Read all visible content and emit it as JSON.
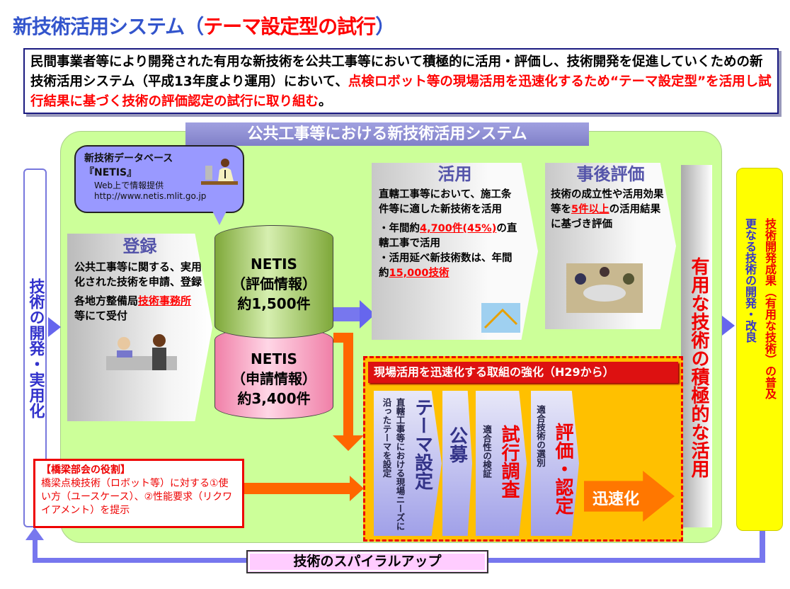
{
  "title": {
    "main": "新技術活用システム（",
    "accent": "テーマ設定型の試行",
    "end": "）"
  },
  "intro": {
    "text1": "民間事業者等により開発された有用な新技術を公共工事等において積極的に活用・評価し、技術開発を促進していくための新技術活用システム（平成13年度より運用）において、",
    "text2": "点検ロボット等の現場活用を迅速化するため“テーマ設定型”を活用し試行結果に基づく技術の評価認定の試行に取り組む",
    "end": "。"
  },
  "system_header": "公共工事等における新技術活用システム",
  "left_bar": "技術の開発・実用化",
  "bubble": {
    "line1": "新技術データベース",
    "line2": "『NETIS』",
    "line3": "Web上で情報提供",
    "url": "http://www.netis.mlit.go.jp"
  },
  "registration": {
    "title": "登録",
    "text": "公共工事等に関する、実用化された技術を申請、登録",
    "text2a": "各地方整備局",
    "text2b": "技術事務所",
    "text2c": "等にて受付"
  },
  "netis_eval": {
    "name": "NETIS",
    "sub": "（評価情報）",
    "count": "約1,500件"
  },
  "netis_app": {
    "name": "NETIS",
    "sub": "（申請情報）",
    "count": "約3,400件"
  },
  "utilization": {
    "title": "活用",
    "text": "直轄工事等において、施工条件等に適した新技術を活用",
    "b1a": "・年間約",
    "b1b": "4,700件(45%)",
    "b1c": "の直轄工事で活用",
    "b2a": "・活用延べ新技術数は、年間約",
    "b2b": "15,000技術"
  },
  "post_eval": {
    "title": "事後評価",
    "t1": "技術の成立性や活用効果等を",
    "t2": "5件以上",
    "t3": "の活用結果に基づき評価"
  },
  "useful_bar": "有用な技術の積極的な活用",
  "yellow": {
    "col1": "技術開発成果（有用な技術）の普及",
    "col2": "更なる技術の開発・改良"
  },
  "initiative": {
    "header": "現場活用を迅速化する取組の強化（H29から）",
    "steps": [
      {
        "title": "テーマ設定",
        "sub": "直轄工事等における現場ニーズに沿ったテーマを設定"
      },
      {
        "title": "公募",
        "sub": ""
      },
      {
        "title": "試行調査",
        "sub": "適合性の検証"
      },
      {
        "title": "評価・認定",
        "sub": "適合技術の選別"
      }
    ],
    "arrow": "迅速化"
  },
  "role": {
    "title": "【橋梁部会の役割】",
    "text": "橋梁点検技術（ロボット等）に対する①使い方（ユースケース）、②性能要求（リクワイアメント）を提示"
  },
  "spiral": "技術のスパイラルアップ"
}
